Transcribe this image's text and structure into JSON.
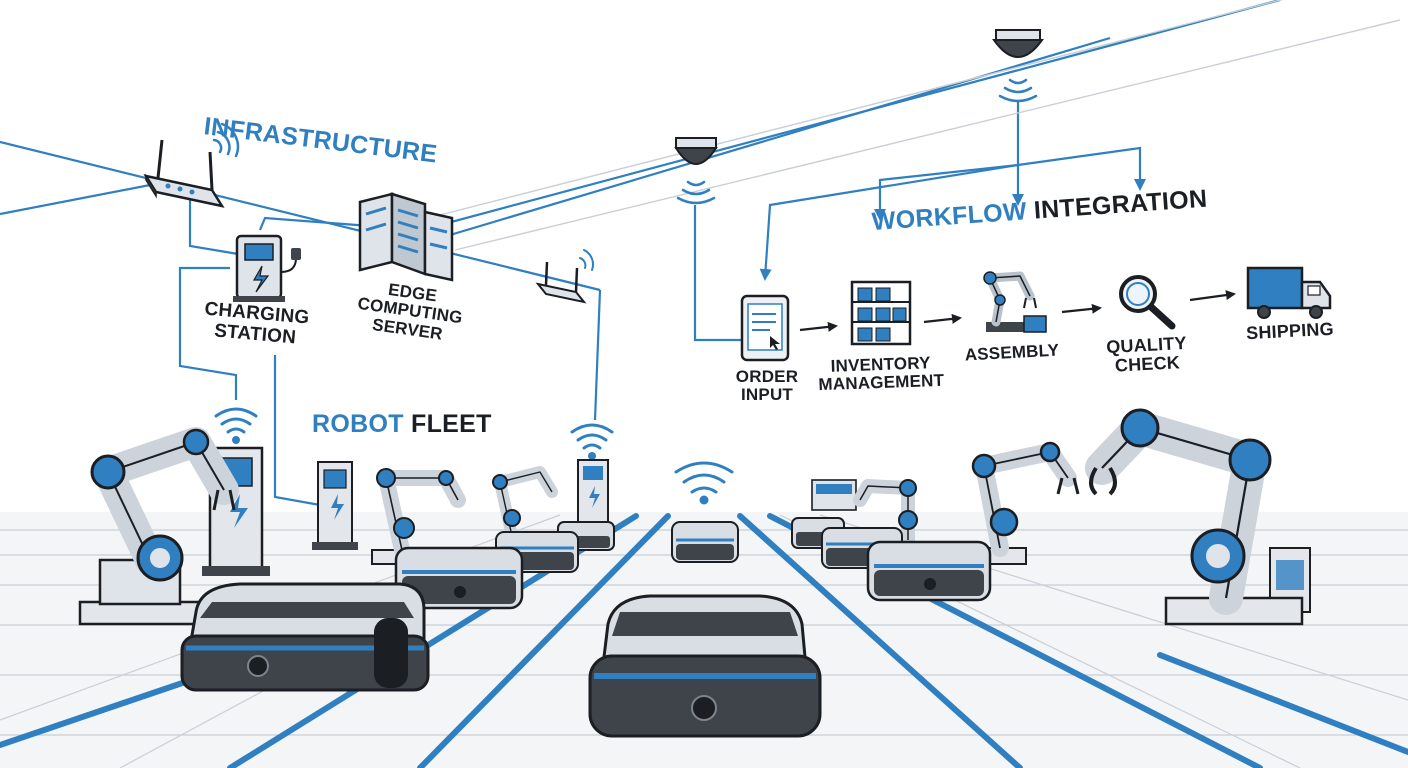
{
  "sections": {
    "infrastructure": "INFRASTRUCTURE",
    "workflow_accent": "WORKFLOW",
    "workflow_rest": "INTEGRATION",
    "fleet_accent": "ROBOT",
    "fleet_rest": "FLEET"
  },
  "infrastructure_labels": {
    "charging": [
      "CHARGING",
      "STATION"
    ],
    "edge": [
      "EDGE",
      "COMPUTING",
      "SERVER"
    ]
  },
  "workflow_steps": [
    {
      "lines": [
        "ORDER",
        "INPUT"
      ],
      "icon": "tablet-icon"
    },
    {
      "lines": [
        "INVENTORY",
        "MANAGEMENT"
      ],
      "icon": "shelf-icon"
    },
    {
      "lines": [
        "ASSEMBLY"
      ],
      "icon": "robot-arm-icon"
    },
    {
      "lines": [
        "QUALITY",
        "CHECK"
      ],
      "icon": "magnifier-icon"
    },
    {
      "lines": [
        "SHIPPING"
      ],
      "icon": "truck-icon"
    }
  ],
  "colors": {
    "accent": "#2f7fc1",
    "ink": "#1b1e23",
    "robot_body": "#d9dee4",
    "robot_dark": "#3f444b",
    "floor": "#f2f4f6"
  }
}
